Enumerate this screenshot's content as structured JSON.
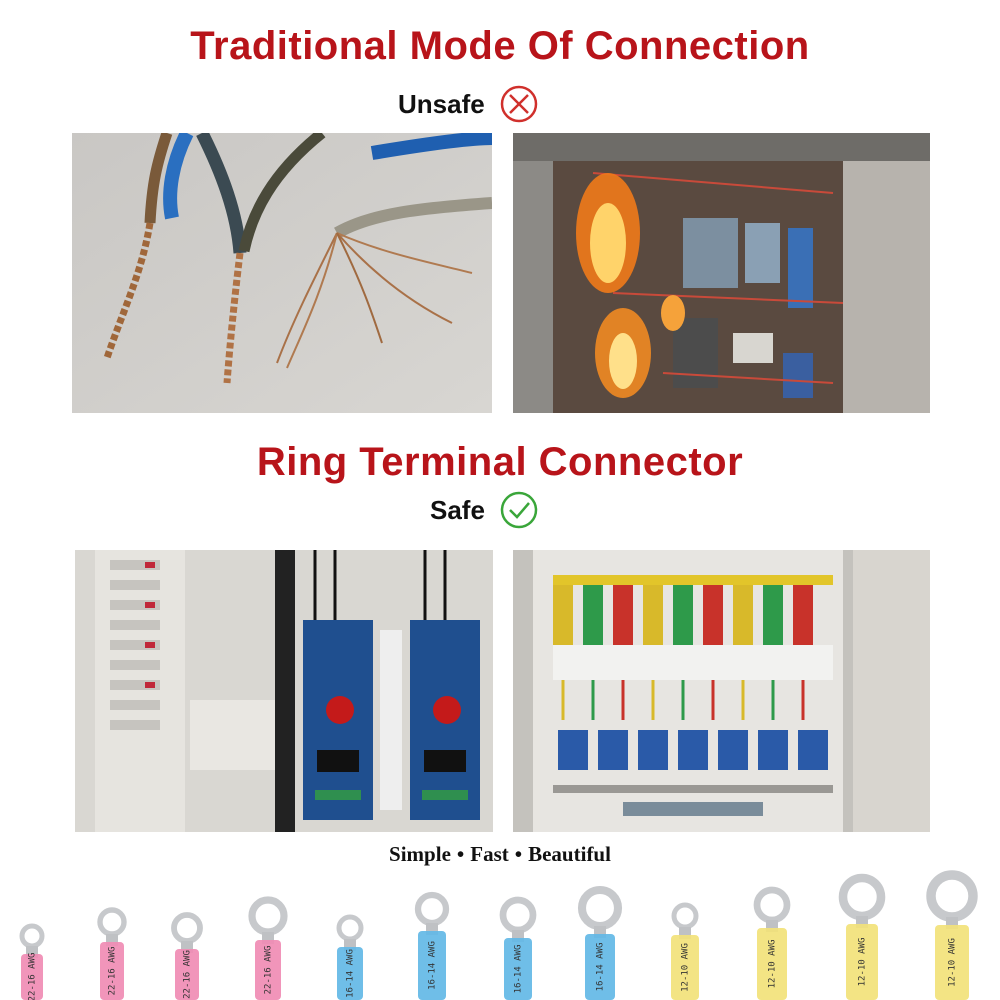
{
  "traditional": {
    "title": "Traditional Mode Of Connection",
    "status_label": "Unsafe",
    "status_icon": "cross-circle-icon",
    "status_color": "#d0302c"
  },
  "ring": {
    "title": "Ring Terminal Connector",
    "status_label": "Safe",
    "status_icon": "check-circle-icon",
    "status_color": "#3aa63a"
  },
  "tagline": {
    "part1": "Simple",
    "part2": "Fast",
    "part3": "Beautiful",
    "separator": "•"
  },
  "terminals": [
    {
      "color": "pink",
      "label": "22-16 AWG"
    },
    {
      "color": "pink",
      "label": "22-16 AWG"
    },
    {
      "color": "pink",
      "label": "22-16 AWG"
    },
    {
      "color": "pink",
      "label": "22-16 AWG"
    },
    {
      "color": "blue",
      "label": "16-14 AWG"
    },
    {
      "color": "blue",
      "label": "16-14 AWG"
    },
    {
      "color": "blue",
      "label": "16-14 AWG"
    },
    {
      "color": "blue",
      "label": "16-14 AWG"
    },
    {
      "color": "yellow",
      "label": "12-10 AWG"
    },
    {
      "color": "yellow",
      "label": "12-10 AWG"
    },
    {
      "color": "yellow",
      "label": "12-10 AWG"
    },
    {
      "color": "yellow",
      "label": "12-10 AWG"
    }
  ],
  "colors": {
    "title_red": "#b8141a",
    "pink": "#f08cb4",
    "blue": "#63b9e6",
    "yellow": "#f2e27a"
  }
}
